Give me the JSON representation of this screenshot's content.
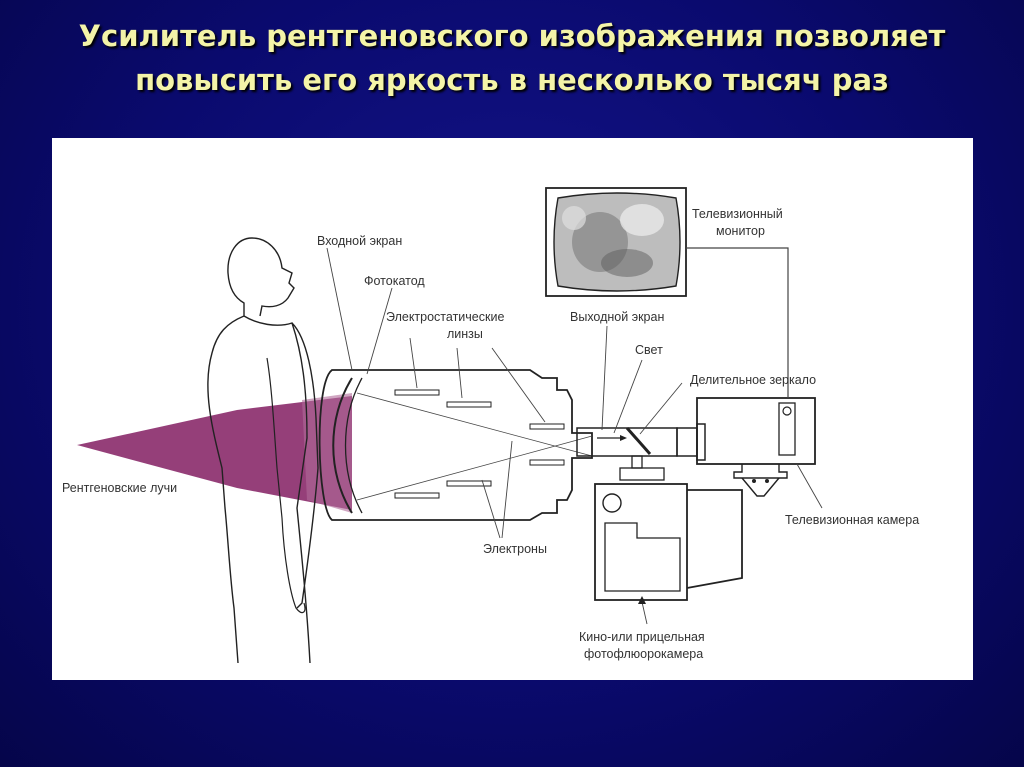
{
  "title": {
    "line1": "Усилитель рентгеновского изображения позволяет",
    "line2": "повысить его яркость в несколько тысяч раз"
  },
  "labels": {
    "input_screen": "Входной экран",
    "photocathode": "Фотокатод",
    "electrostatic_1": "Электростатические",
    "electrostatic_2": "линзы",
    "output_screen": "Выходной экран",
    "light": "Свет",
    "split_mirror": "Делительное зеркало",
    "tv_monitor_1": "Телевизионный",
    "tv_monitor_2": "монитор",
    "xrays": "Рентгеновские лучи",
    "electrons": "Электроны",
    "tv_camera": "Телевизионная камера",
    "cine_1": "Кино-или прицельная",
    "cine_2": "фотофлюорокамера"
  },
  "colors": {
    "background": "#0a0a6e",
    "title_text": "#f4f4a8",
    "xray_beam": "#8a2a6a",
    "line": "#222222"
  }
}
